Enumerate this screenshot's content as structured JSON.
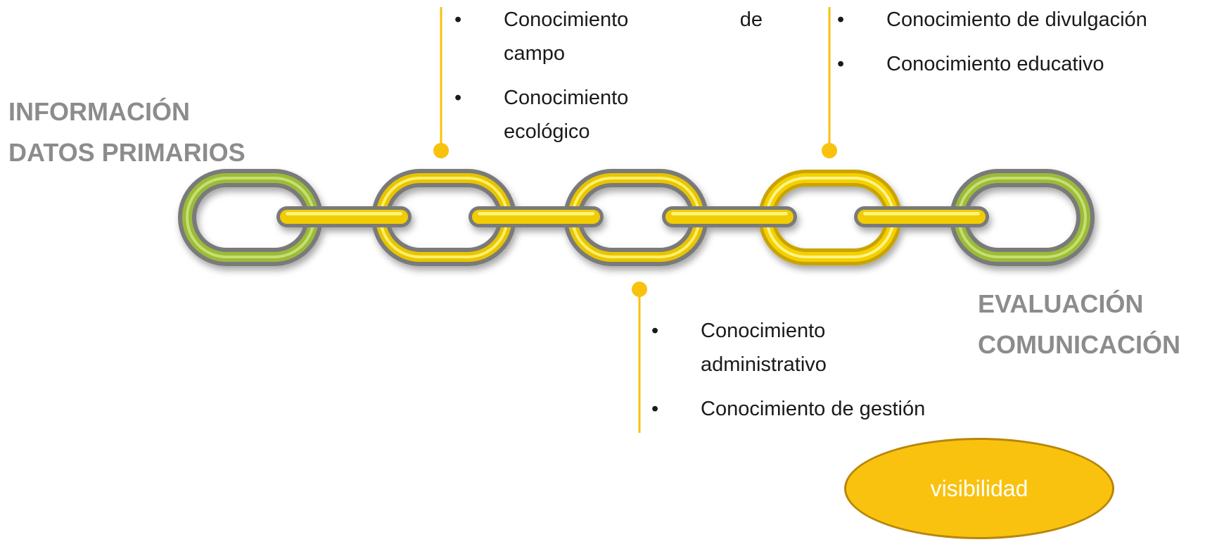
{
  "left_title": [
    "INFORMACIÓN",
    "DATOS PRIMARIOS"
  ],
  "right_title": [
    "EVALUACIÓN",
    "COMUNICACIÓN"
  ],
  "lists": {
    "field_ecological": [
      [
        "Conocimiento de",
        "campo"
      ],
      [
        "Conocimiento",
        "ecológico"
      ]
    ],
    "outreach_education": [
      [
        "Conocimiento de divulgación"
      ],
      [
        "Conocimiento educativo"
      ]
    ],
    "admin_management": [
      [
        "Conocimiento",
        "administrativo"
      ],
      [
        "Conocimiento de gestión"
      ]
    ]
  },
  "visibility_label": "visibilidad",
  "colors": {
    "title_gray": "#8c8c8c",
    "accent_yellow": "#f8c20f",
    "link_green": "#9bbb3b",
    "link_yellow": "#f5d000",
    "link_rim": "#7a7a7a"
  },
  "chain": {
    "link_colors": [
      "green",
      "yellow",
      "yellow",
      "yellow-light",
      "green"
    ],
    "connector_color": "yellow"
  }
}
